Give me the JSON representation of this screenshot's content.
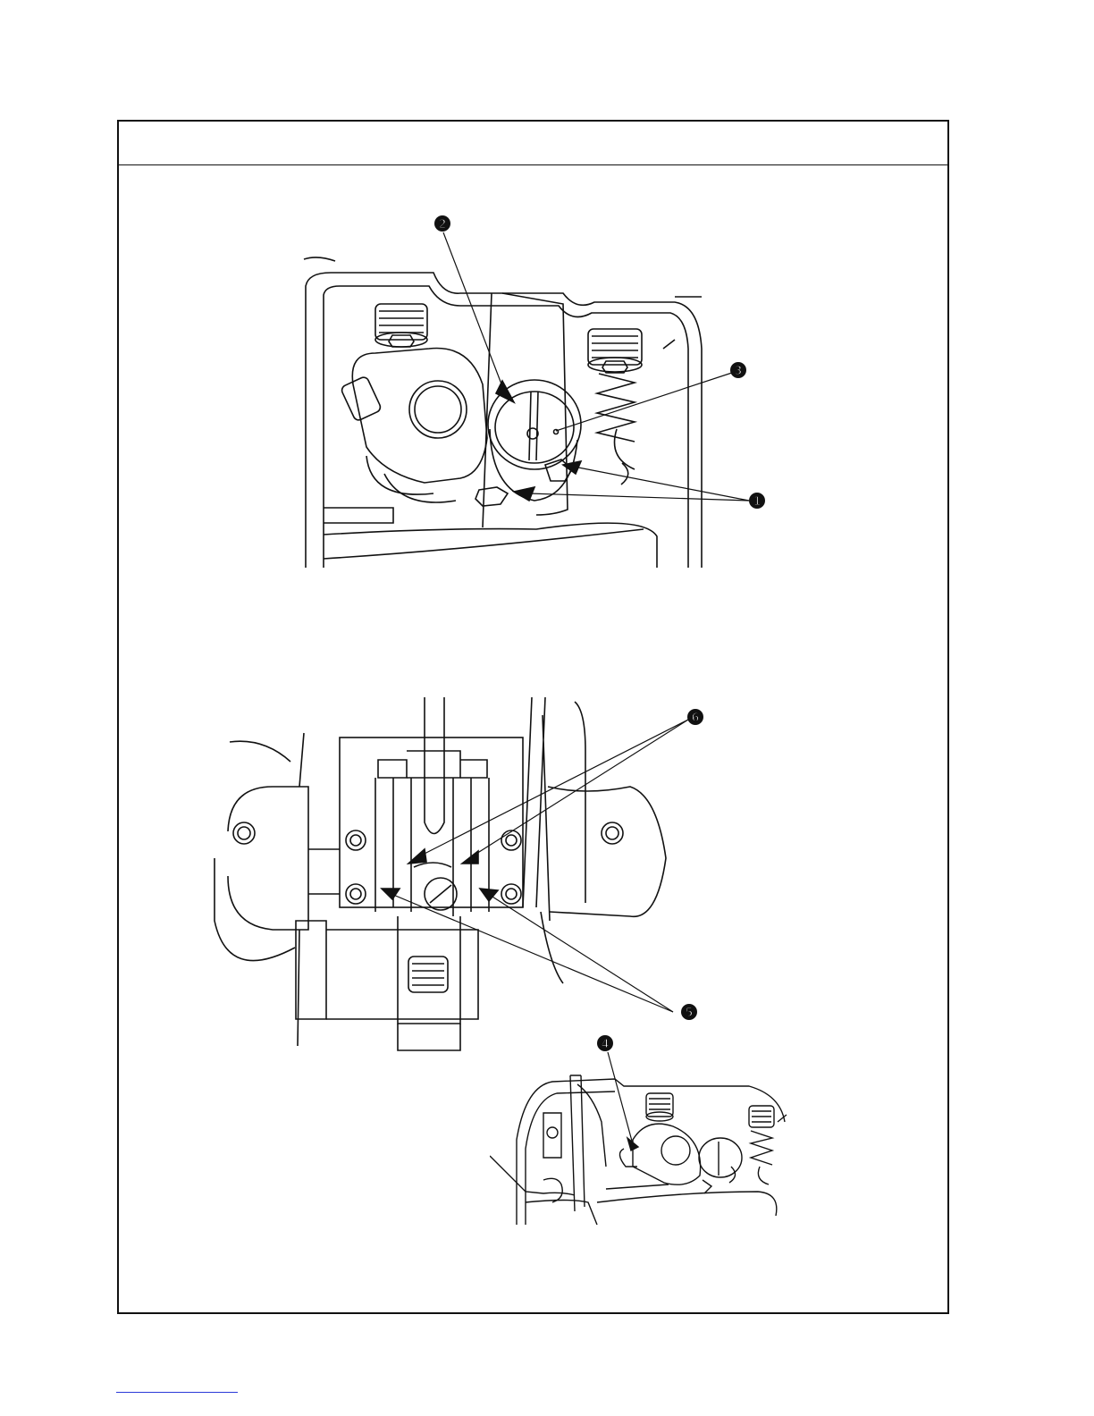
{
  "callouts": {
    "c1": "1",
    "c2": "2",
    "c3": "3",
    "c4": "4",
    "c5": "5",
    "c6": "6"
  },
  "colors": {
    "line": "#111111",
    "link": "#2a3ad8"
  }
}
